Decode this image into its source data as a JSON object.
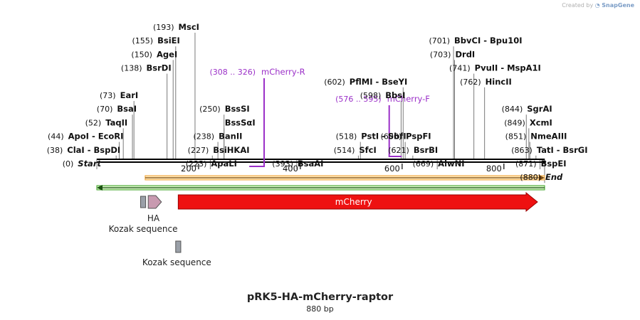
{
  "app": {
    "watermark_prefix": "Created by",
    "watermark_brand": "SnapGene"
  },
  "plasmid": {
    "name": "pRK5-HA-mCherry-raptor",
    "length_label": "880 bp",
    "length": 880
  },
  "sites": [
    {
      "name": "MscI",
      "pos": 193,
      "pos_label": "(193)",
      "row": 0,
      "side": "right"
    },
    {
      "name": "BsiEI",
      "pos": 155,
      "pos_label": "(155)",
      "row": 1,
      "side": "right"
    },
    {
      "name": "AgeI",
      "pos": 150,
      "pos_label": "(150)",
      "row": 2,
      "side": "right"
    },
    {
      "name": "BsrDI",
      "pos": 138,
      "pos_label": "(138)",
      "row": 3,
      "side": "right"
    },
    {
      "name": "EarI",
      "pos": 73,
      "pos_label": "(73)",
      "row": 5,
      "side": "right"
    },
    {
      "name": "BsaI",
      "pos": 70,
      "pos_label": "(70)",
      "row": 6,
      "side": "right"
    },
    {
      "name": "TaqII",
      "pos": 52,
      "pos_label": "(52)",
      "row": 7,
      "side": "right"
    },
    {
      "name": "ApoI  -  EcoRI",
      "pos": 44,
      "pos_label": "(44)",
      "row": 8,
      "side": "right"
    },
    {
      "name": "ClaI  -  BspDI",
      "pos": 38,
      "pos_label": "(38)",
      "row": 9,
      "side": "right"
    },
    {
      "name": "Start",
      "pos": 0,
      "pos_label": "(0)",
      "row": 10,
      "side": "right",
      "italic": true
    },
    {
      "name": "BssSI",
      "pos": 250,
      "pos_label": "(250)",
      "row": 6,
      "side": "left"
    },
    {
      "name": "BssSαI",
      "pos": 250,
      "pos_label": "",
      "row": 7,
      "side": "left"
    },
    {
      "name": "BanII",
      "pos": 238,
      "pos_label": "(238)",
      "row": 8,
      "side": "left"
    },
    {
      "name": "BsiHKAI",
      "pos": 227,
      "pos_label": "(227)",
      "row": 9,
      "side": "left"
    },
    {
      "name": "ApaLI",
      "pos": 223,
      "pos_label": "(223)",
      "row": 10,
      "side": "left"
    },
    {
      "name": "BsaAI",
      "pos": 393,
      "pos_label": "(393)",
      "row": 10,
      "side": "left"
    },
    {
      "name": "PflMI  -  BseYI",
      "pos": 602,
      "pos_label": "(602)",
      "row": 4,
      "side": "right"
    },
    {
      "name": "BbsI",
      "pos": 598,
      "pos_label": "(598)",
      "row": 5,
      "side": "right"
    },
    {
      "name": "PstI  -  SbfI",
      "pos": 518,
      "pos_label": "(518)",
      "row": 8,
      "side": "left"
    },
    {
      "name": "SfcI",
      "pos": 514,
      "pos_label": "(514)",
      "row": 9,
      "side": "left"
    },
    {
      "name": "PspFI",
      "pos": 606,
      "pos_label": "(606)",
      "row": 8,
      "side": "left"
    },
    {
      "name": "BsrBI",
      "pos": 621,
      "pos_label": "(621)",
      "row": 9,
      "side": "left"
    },
    {
      "name": "AlwNI",
      "pos": 669,
      "pos_label": "(669)",
      "row": 10,
      "side": "left"
    },
    {
      "name": "BbvCI  -  Bpu10I",
      "pos": 701,
      "pos_label": "(701)",
      "row": 1,
      "side": "left"
    },
    {
      "name": "DrdI",
      "pos": 703,
      "pos_label": "(703)",
      "row": 2,
      "side": "left"
    },
    {
      "name": "PvuII  -  MspA1I",
      "pos": 741,
      "pos_label": "(741)",
      "row": 3,
      "side": "left"
    },
    {
      "name": "HincII",
      "pos": 762,
      "pos_label": "(762)",
      "row": 4,
      "side": "left"
    },
    {
      "name": "SgrAI",
      "pos": 844,
      "pos_label": "(844)",
      "row": 6,
      "side": "left"
    },
    {
      "name": "XcmI",
      "pos": 849,
      "pos_label": "(849)",
      "row": 7,
      "side": "left"
    },
    {
      "name": "NmeAIII",
      "pos": 851,
      "pos_label": "(851)",
      "row": 8,
      "side": "left"
    },
    {
      "name": "TatI  -  BsrGI",
      "pos": 863,
      "pos_label": "(863)",
      "row": 9,
      "side": "left"
    },
    {
      "name": "BspEI",
      "pos": 871,
      "pos_label": "(871)",
      "row": 10,
      "side": "left"
    },
    {
      "name": "End",
      "pos": 880,
      "pos_label": "(880)",
      "row": 11,
      "side": "left",
      "italic": true
    }
  ],
  "primers": [
    {
      "name": "mCherry-R",
      "range_label": "(308 .. 326)",
      "start": 308,
      "end": 326,
      "direction": "reverse",
      "color": "#9b30c8"
    },
    {
      "name": "mCherry-F",
      "range_label": "(576 .. 595)",
      "start": 576,
      "end": 595,
      "direction": "forward",
      "color": "#9b30c8"
    }
  ],
  "ticks": [
    {
      "pos": 200,
      "label": "200"
    },
    {
      "pos": 400,
      "label": "400"
    },
    {
      "pos": 600,
      "label": "600"
    },
    {
      "pos": 800,
      "label": "800"
    }
  ],
  "features": [
    {
      "name": "",
      "type": "orange-arrow",
      "start": 95,
      "end": 880,
      "color": "#f0a030",
      "direction": "forward"
    },
    {
      "name": "",
      "type": "green-arrow",
      "start": 0,
      "end": 880,
      "color": "#3aa020",
      "direction": "reverse"
    },
    {
      "name": "HA",
      "type": "tag",
      "start": 101,
      "end": 127,
      "color": "#c89ab0"
    },
    {
      "name": "Kozak sequence",
      "type": "kozak",
      "start": 86,
      "end": 96,
      "color": "#9aa0a8"
    },
    {
      "name": "mCherry",
      "type": "cds",
      "start": 160,
      "end": 880,
      "color": "#ee1111"
    },
    {
      "name": "Kozak sequence",
      "type": "kozak",
      "start": 155,
      "end": 165,
      "color": "#9aa0a8"
    }
  ]
}
